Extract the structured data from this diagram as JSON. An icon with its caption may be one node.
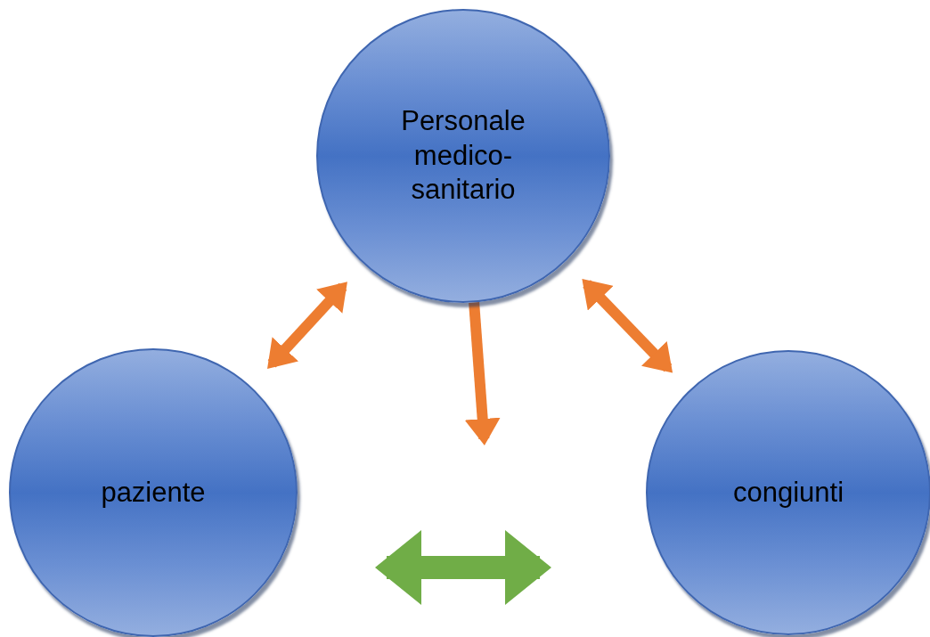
{
  "diagram": {
    "nodes": [
      {
        "text": [
          "Personale medico-sanitario"
        ]
      },
      {
        "text": [
          "paziente"
        ]
      },
      {
        "text": [
          "congiunti"
        ]
      }
    ],
    "edges": [
      {
        "from": 0,
        "to": 1,
        "arrow": "both"
      },
      {
        "from": 0,
        "to": 2,
        "arrow": "both"
      },
      {
        "from": 0,
        "to": null,
        "arrow": "to"
      },
      {
        "from": 1,
        "to": 2,
        "arrow": "both",
        "style": "thick",
        "color": "#70ad47"
      }
    ]
  }
}
